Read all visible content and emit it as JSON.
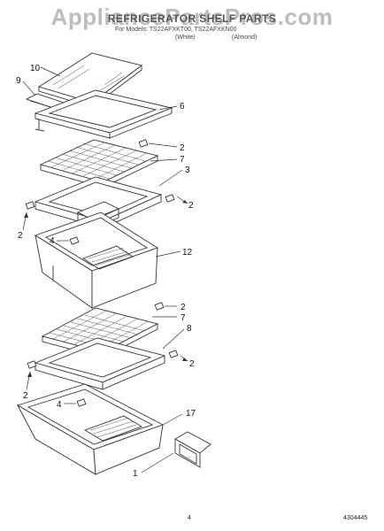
{
  "watermark": "AppliancePartsPros.com",
  "heading": "REFRIGERATOR SHELF PARTS",
  "subtitle": {
    "models": "For Models: TS22AFXKT00, TS22AFXKN00",
    "variant_white": "(White)",
    "variant_almond": "(Almond)"
  },
  "callouts": {
    "c10": "10",
    "c9": "9",
    "c6": "6",
    "c2a": "2",
    "c7a": "7",
    "c3": "3",
    "c2b": "2",
    "c2c": "2",
    "c4a": "4",
    "c12": "12",
    "c2d": "2",
    "c7b": "7",
    "c8": "8",
    "c2e": "2",
    "c2f": "2",
    "c4b": "4",
    "c17": "17",
    "c1": "1"
  },
  "footer": {
    "page_number": "4",
    "doc_number": "4304445"
  }
}
